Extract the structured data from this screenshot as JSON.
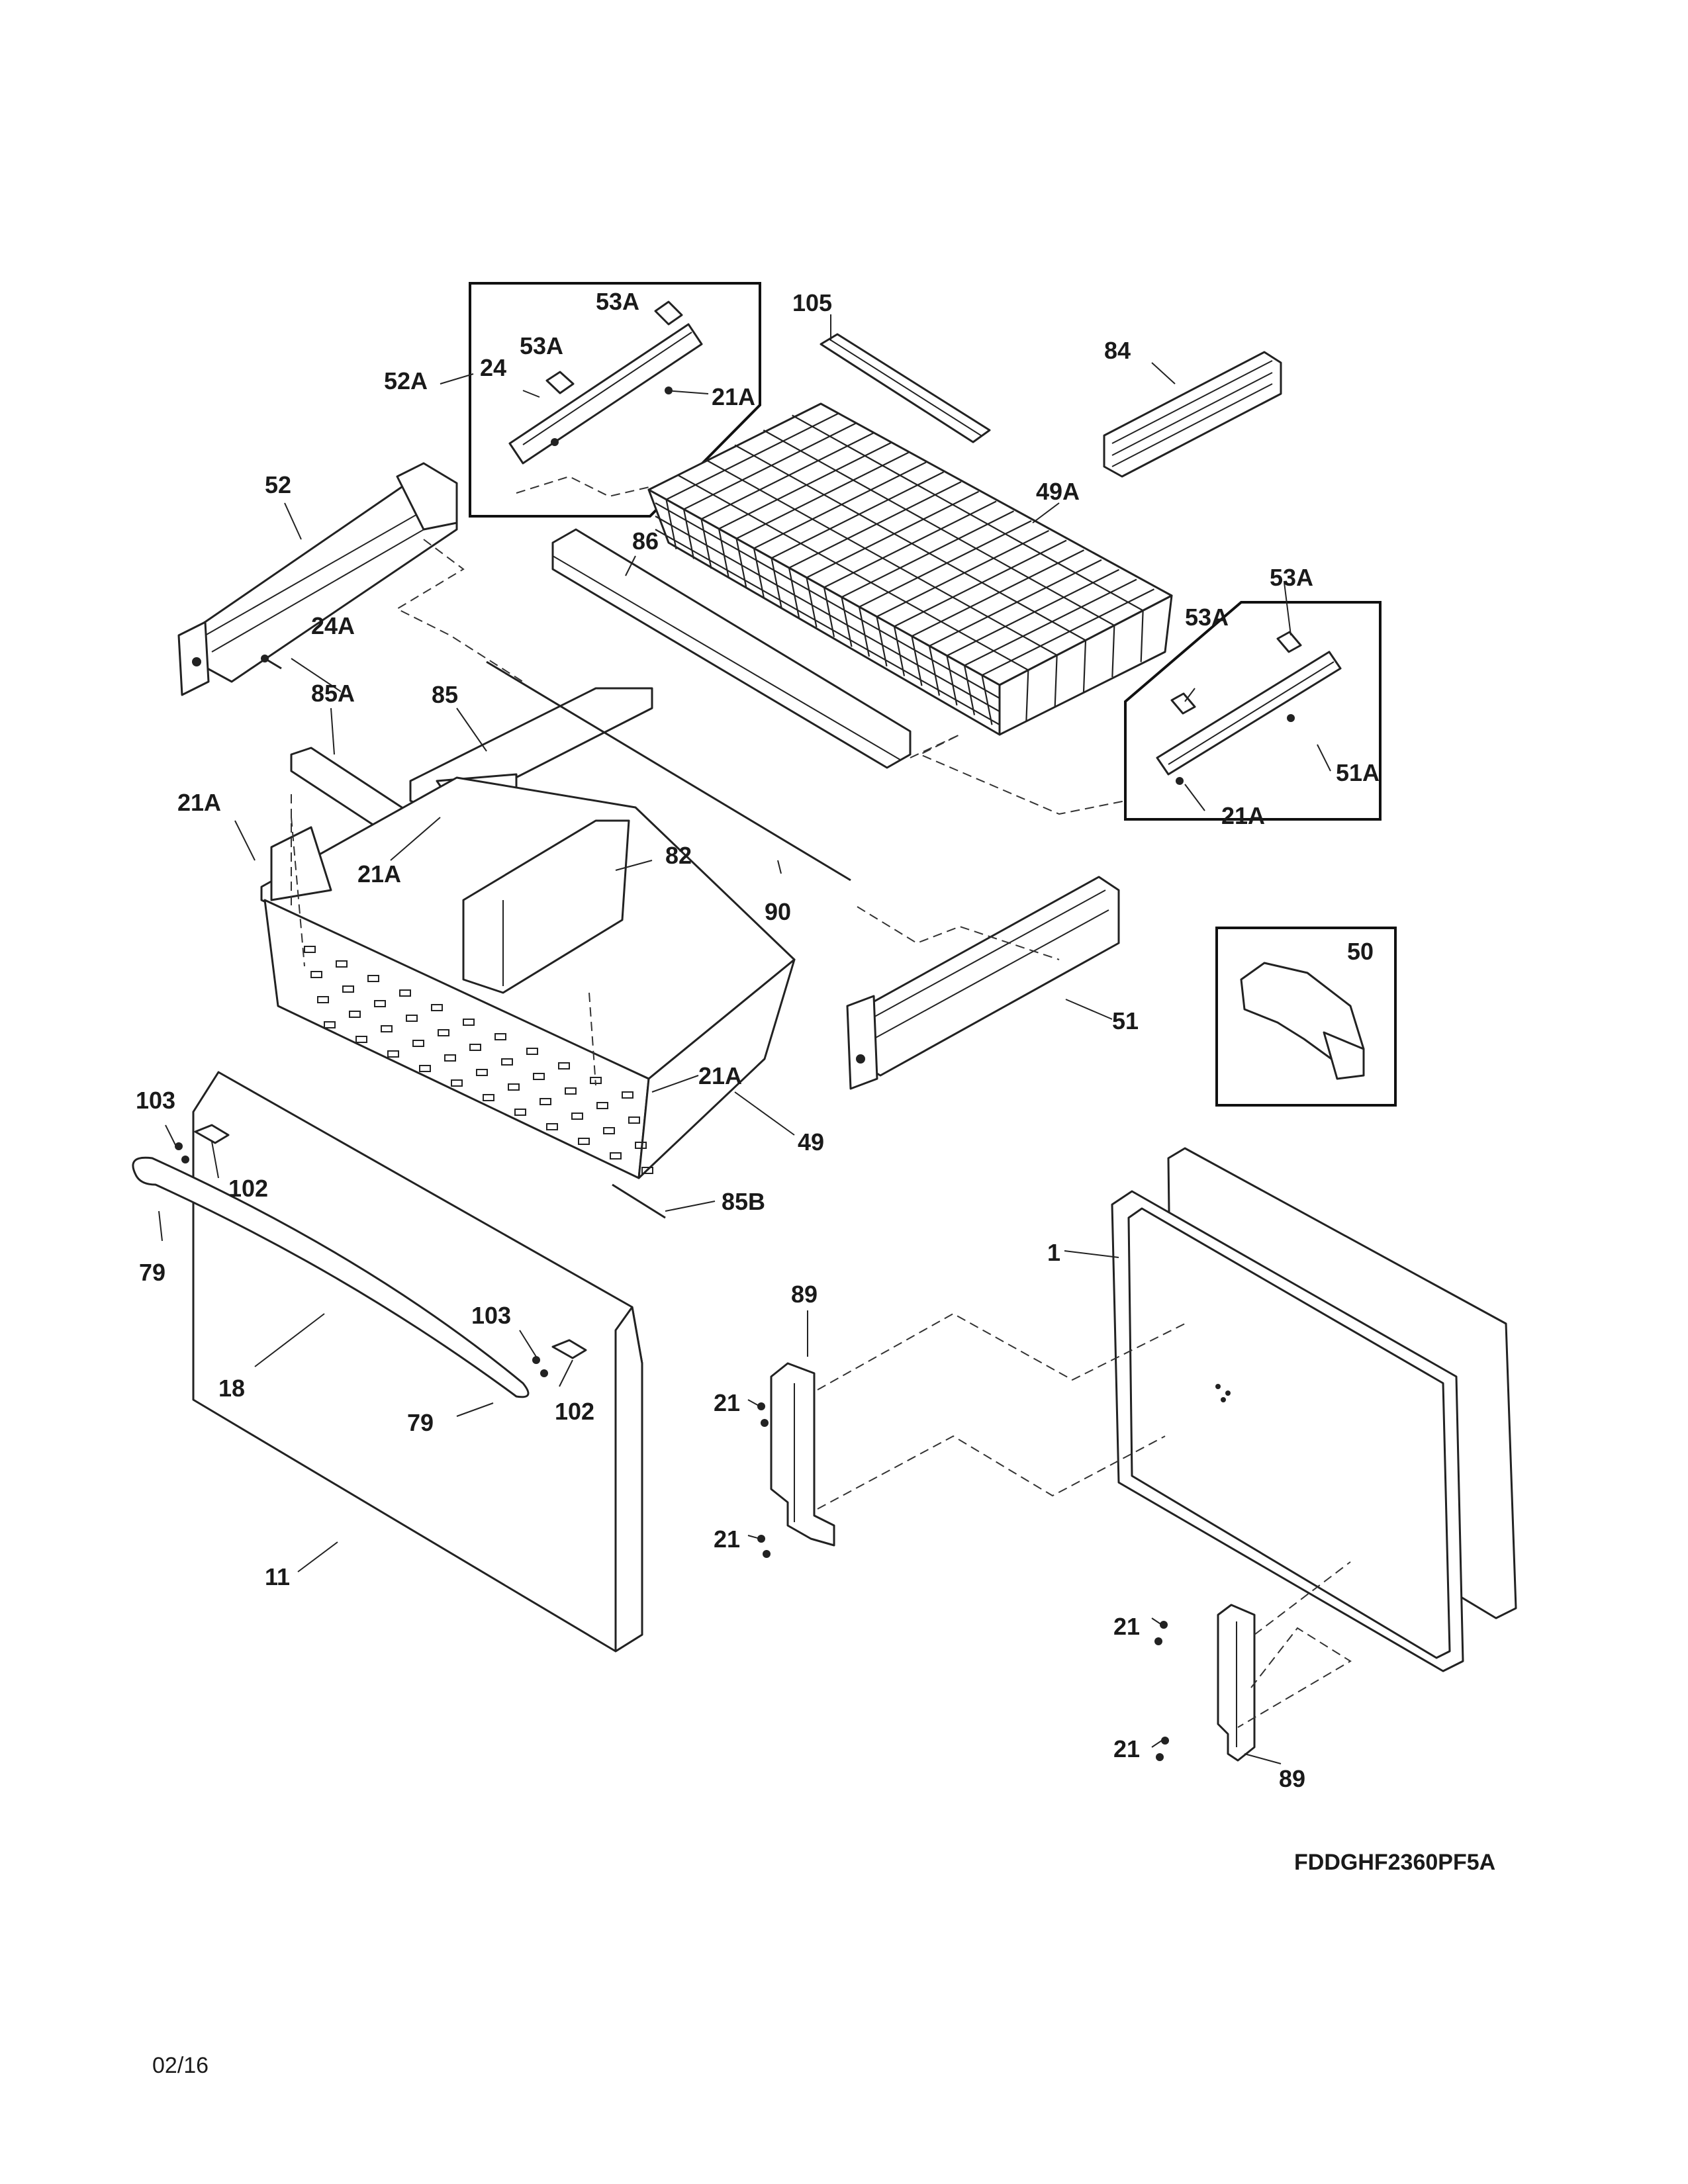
{
  "model_number": "FDDGHF2360PF5A",
  "date_code": "02/16",
  "labels": {
    "p1": "1",
    "p11": "11",
    "p18": "18",
    "p21a": "21",
    "p21b": "21",
    "p21c": "21",
    "p21d": "21",
    "p21A_a": "21A",
    "p21A_b": "21A",
    "p21A_c": "21A",
    "p21A_d": "21A",
    "p21A_e": "21A",
    "p24": "24",
    "p24A": "24A",
    "p49": "49",
    "p49A": "49A",
    "p50": "50",
    "p51": "51",
    "p51A": "51A",
    "p52": "52",
    "p52A": "52A",
    "p53A_a": "53A",
    "p53A_b": "53A",
    "p53A_c": "53A",
    "p53A_d": "53A",
    "p79a": "79",
    "p79b": "79",
    "p82": "82",
    "p84": "84",
    "p85": "85",
    "p85A": "85A",
    "p85B": "85B",
    "p86": "86",
    "p89a": "89",
    "p89b": "89",
    "p90": "90",
    "p102a": "102",
    "p102b": "102",
    "p103a": "103",
    "p103b": "103",
    "p105": "105"
  }
}
